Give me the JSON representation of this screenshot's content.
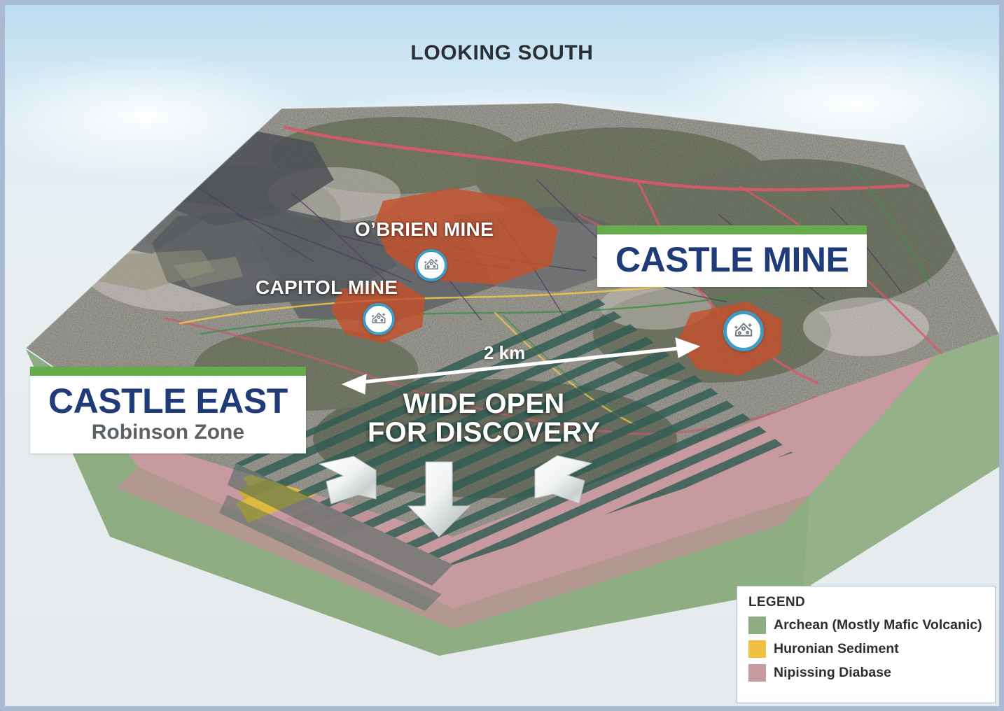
{
  "title": "LOOKING SOUTH",
  "callouts": {
    "castle_mine": {
      "title": "CASTLE MINE"
    },
    "castle_east": {
      "title": "CASTLE EAST",
      "subtitle": "Robinson Zone"
    }
  },
  "map_labels": {
    "obrien": "O’BRIEN MINE",
    "capitol": "CAPITOL MINE",
    "wide_open_line1": "WIDE OPEN",
    "wide_open_line2": "FOR DISCOVERY",
    "scale": "2 km"
  },
  "pins": [
    {
      "name": "obrien-mine-pin",
      "icon": "gem-mine-icon"
    },
    {
      "name": "capitol-mine-pin",
      "icon": "gem-mine-icon"
    },
    {
      "name": "castle-mine-pin",
      "icon": "gem-mine-icon"
    }
  ],
  "legend": {
    "title": "LEGEND",
    "items": [
      {
        "label": "Archean (Mostly Mafic Volcanic)",
        "color": "#8fad83"
      },
      {
        "label": "Huronian Sediment",
        "color": "#f0c040"
      },
      {
        "label": "Nipissing Diabase",
        "color": "#c69a9e"
      }
    ]
  },
  "colors": {
    "accent_green": "#66ac4d",
    "navy": "#1f3c78",
    "gray_text": "#5c6166",
    "pin_ring": "#3f9ac4",
    "archean": "#8fad83",
    "huronian": "#f0c040",
    "nipissing": "#c69a9e",
    "hatch": "#2f5b53",
    "border": "#a9bad3",
    "ore_zone": "#c4502c"
  }
}
